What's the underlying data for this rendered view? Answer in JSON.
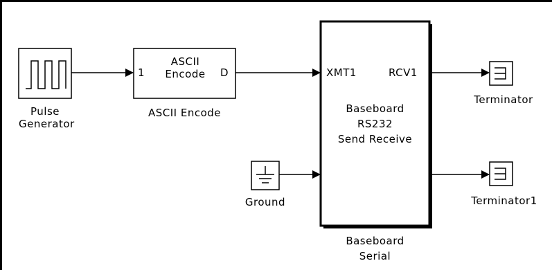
{
  "blocks": {
    "pulse": {
      "name_line1": "Pulse",
      "name_line2": "Generator"
    },
    "ascii_encode": {
      "body_line1": "ASCII",
      "body_line2": "Encode",
      "in_port": "1",
      "out_port": "D",
      "name": "ASCII Encode"
    },
    "baseboard": {
      "in_port": "XMT1",
      "out_port": "RCV1",
      "body_line1": "Baseboard",
      "body_line2": "RS232",
      "body_line3": "Send Receive",
      "name_line1": "Baseboard",
      "name_line2": "Serial"
    },
    "ground": {
      "name": "Ground"
    },
    "terminator": {
      "name": "Terminator"
    },
    "terminator1": {
      "name": "Terminator1"
    }
  }
}
